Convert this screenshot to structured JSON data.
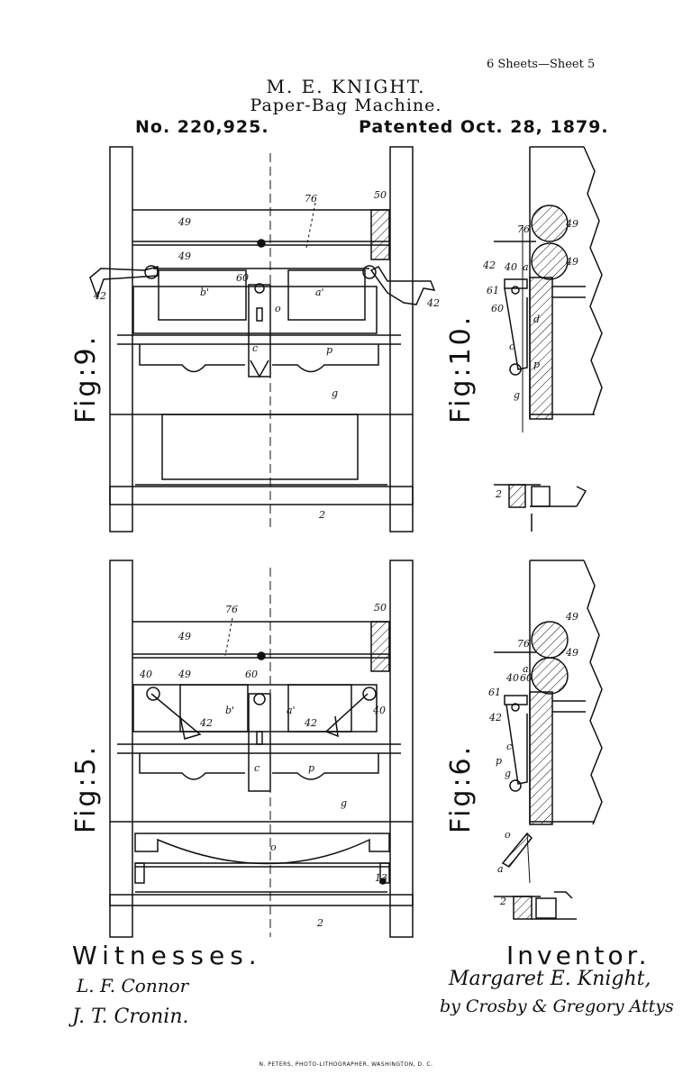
{
  "header": {
    "sheet": "6 Sheets—Sheet 5",
    "inventor": "M. E. KNIGHT.",
    "title": "Paper-Bag Machine.",
    "patent_number": "No. 220,925.",
    "patented_date": "Patented Oct. 28, 1879."
  },
  "figures": {
    "fig9": "Fig:9.",
    "fig10": "Fig:10.",
    "fig5": "Fig:5.",
    "fig6": "Fig:6."
  },
  "reference_labels": {
    "n76": "76",
    "n50": "50",
    "n49": "49",
    "n42": "42",
    "n60": "60",
    "n40": "40",
    "n61": "61",
    "n13": "13",
    "b1": "b'",
    "a1": "a'",
    "c": "c",
    "p": "p",
    "g": "g",
    "o": "o",
    "a": "a",
    "d": "d",
    "two": "2"
  },
  "footer": {
    "witnesses_heading": "Witnesses.",
    "witness_1": "L. F. Connor",
    "witness_2": "J. T. Cronin.",
    "inventor_heading": "Inventor.",
    "inventor_signature": "Margaret E. Knight,",
    "attorneys": "by Crosby & Gregory Attys",
    "lithographer": "N. PETERS, PHOTO-LITHOGRAPHER, WASHINGTON, D. C."
  }
}
